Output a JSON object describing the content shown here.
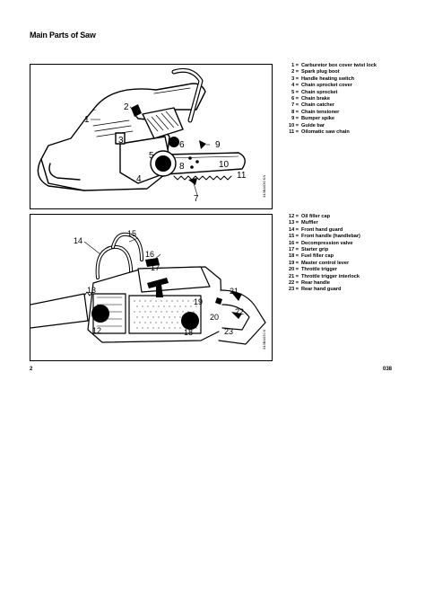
{
  "title": "Main Parts of Saw",
  "figure1": {
    "side_code": "343BA030 KN",
    "callouts": [
      "1",
      "2",
      "3",
      "4",
      "5",
      "6",
      "7",
      "8",
      "9",
      "10",
      "11"
    ]
  },
  "figure2": {
    "side_code": "343BA020 K",
    "callouts": [
      "12",
      "13",
      "14",
      "15",
      "16",
      "17",
      "18",
      "19",
      "20",
      "21",
      "22",
      "23"
    ]
  },
  "legend1": [
    {
      "num": "1 =",
      "label": "Carburetor box cover twist lock"
    },
    {
      "num": "2 =",
      "label": "Spark plug boot"
    },
    {
      "num": "3 =",
      "label": "Handle heating switch"
    },
    {
      "num": "4 =",
      "label": "Chain sprocket cover"
    },
    {
      "num": "5 =",
      "label": "Chain sprocket"
    },
    {
      "num": "6 =",
      "label": "Chain brake"
    },
    {
      "num": "7 =",
      "label": "Chain catcher"
    },
    {
      "num": "8 =",
      "label": "Chain tensioner"
    },
    {
      "num": "9 =",
      "label": "Bumper spike"
    },
    {
      "num": "10 =",
      "label": "Guide bar"
    },
    {
      "num": "11 =",
      "label": "Oilomatic saw chain"
    }
  ],
  "legend2": [
    {
      "num": "12 =",
      "label": "Oil filler cap"
    },
    {
      "num": "13 =",
      "label": "Muffler"
    },
    {
      "num": "14 =",
      "label": "Front hand guard"
    },
    {
      "num": "15 =",
      "label": "Front handle (handlebar)"
    },
    {
      "num": "16 =",
      "label": "Decompression valve"
    },
    {
      "num": "17 =",
      "label": "Starter grip"
    },
    {
      "num": "18 =",
      "label": "Fuel filler cap"
    },
    {
      "num": "19 =",
      "label": "Master control lever"
    },
    {
      "num": "20 =",
      "label": "Throttle trigger"
    },
    {
      "num": "21 =",
      "label": "Throttle trigger interlock"
    },
    {
      "num": "22 =",
      "label": "Rear handle"
    },
    {
      "num": "23 =",
      "label": "Rear hand guard"
    }
  ],
  "page_number": "2",
  "page_code": "038"
}
